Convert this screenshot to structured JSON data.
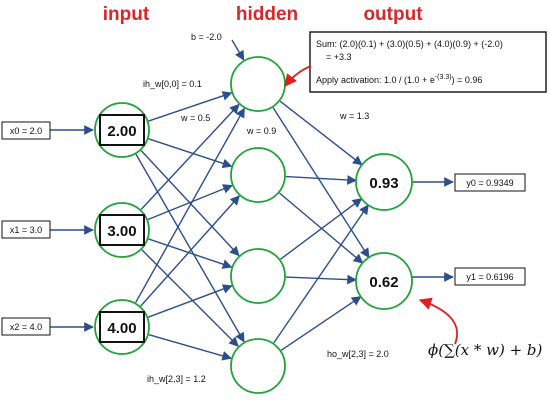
{
  "headers": {
    "input": "input",
    "hidden": "hidden",
    "output": "output"
  },
  "inputs": [
    {
      "label": "x0 = 2.0",
      "value": "2.00"
    },
    {
      "label": "x1 = 3.0",
      "value": "3.00"
    },
    {
      "label": "x2 = 4.0",
      "value": "4.00"
    }
  ],
  "hidden_values": [
    "",
    "",
    "",
    ""
  ],
  "outputs": [
    {
      "value": "0.93",
      "label": "y0 = 0.9349"
    },
    {
      "value": "0.62",
      "label": "y1 = 0.6196"
    }
  ],
  "weight_labels": {
    "bias": "b = -2.0",
    "ih_00": "ih_w[0,0] = 0.1",
    "w_05": "w = 0.5",
    "w_09": "w = 0.9",
    "w_13": "w = 1.3",
    "ho_23": "ho_w[2,3] = 2.0",
    "ih_23": "ih_w[2,3] = 1.2"
  },
  "calc_box": {
    "line1": "Sum: (2.0)(0.1) + (3.0)(0.5) + (4.0)(0.9)  +  (-2.0)",
    "line2": "= +3.3",
    "line3_prefix": "Apply activation:  1.0 / (1.0 + e",
    "line3_exp": "-(3.3)",
    "line3_suffix": ")  = 0.96"
  },
  "formula": "ϕ(∑(x * w)  + b)",
  "colors": {
    "header": "#d62828",
    "arrow": "#2c4f8c",
    "node_stroke": "#22a33a",
    "callout": "#e02020"
  }
}
